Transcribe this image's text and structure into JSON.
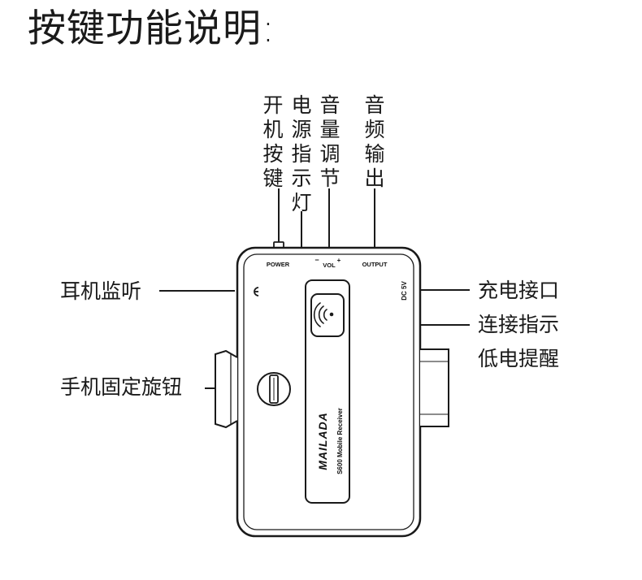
{
  "title": "按键功能说明:",
  "top_labels": [
    {
      "key": "power_key",
      "chars": [
        "开",
        "机",
        "按",
        "键"
      ]
    },
    {
      "key": "power_indicator",
      "chars": [
        "电",
        "源",
        "指",
        "示",
        "灯"
      ]
    },
    {
      "key": "volume_adjust",
      "chars": [
        "音",
        "量",
        "调",
        "节"
      ]
    },
    {
      "key": "audio_output",
      "chars": [
        "音",
        "频",
        "输",
        "出"
      ]
    }
  ],
  "side_labels": {
    "headphone_monitor": "耳机监听",
    "phone_knob": "手机固定旋钮",
    "charging_port": "充电接口",
    "connect_indicator": "连接指示",
    "low_battery": "低电提醒"
  },
  "device_print": {
    "power": "POWER",
    "vol": "VOL",
    "vol_minus": "−",
    "vol_plus": "+",
    "output": "OUTPUT",
    "dc": "DC 5V",
    "brand": "MAILADA",
    "model": "S600  Mobile  Receiver"
  },
  "colors": {
    "line": "#1a1a1a",
    "device_fill": "#ffffff"
  }
}
